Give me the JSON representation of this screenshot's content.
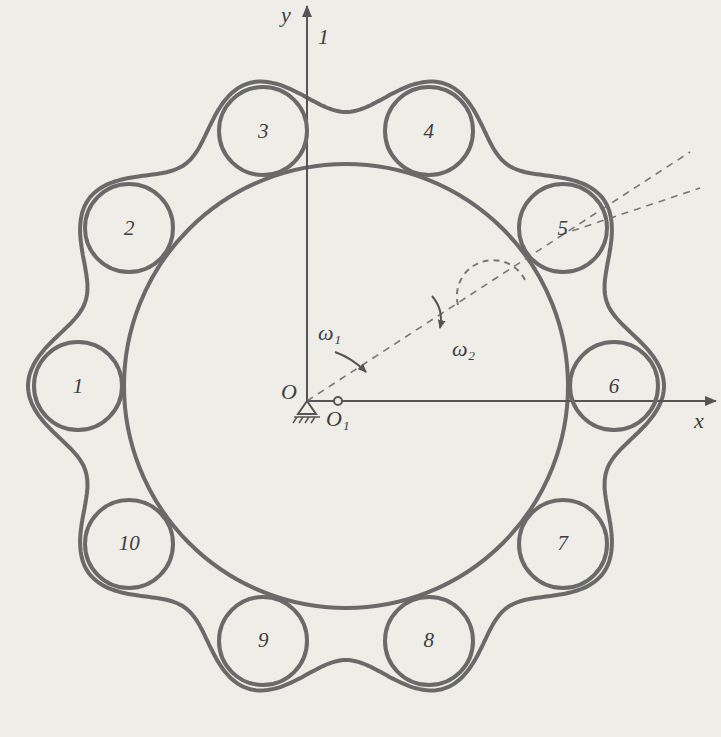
{
  "diagram": {
    "nodes": [
      {
        "text": [
          "1"
        ]
      },
      {
        "text": [
          "2"
        ]
      },
      {
        "text": [
          "3"
        ]
      },
      {
        "text": [
          "4"
        ]
      },
      {
        "text": [
          "5"
        ]
      },
      {
        "text": [
          "6"
        ]
      },
      {
        "text": [
          "7"
        ]
      },
      {
        "text": [
          "8"
        ]
      },
      {
        "text": [
          "9"
        ]
      },
      {
        "text": [
          "10"
        ]
      }
    ],
    "labels": [
      "y",
      "1",
      "ω₁",
      "ω₂",
      "O",
      "O₁",
      "x"
    ]
  }
}
